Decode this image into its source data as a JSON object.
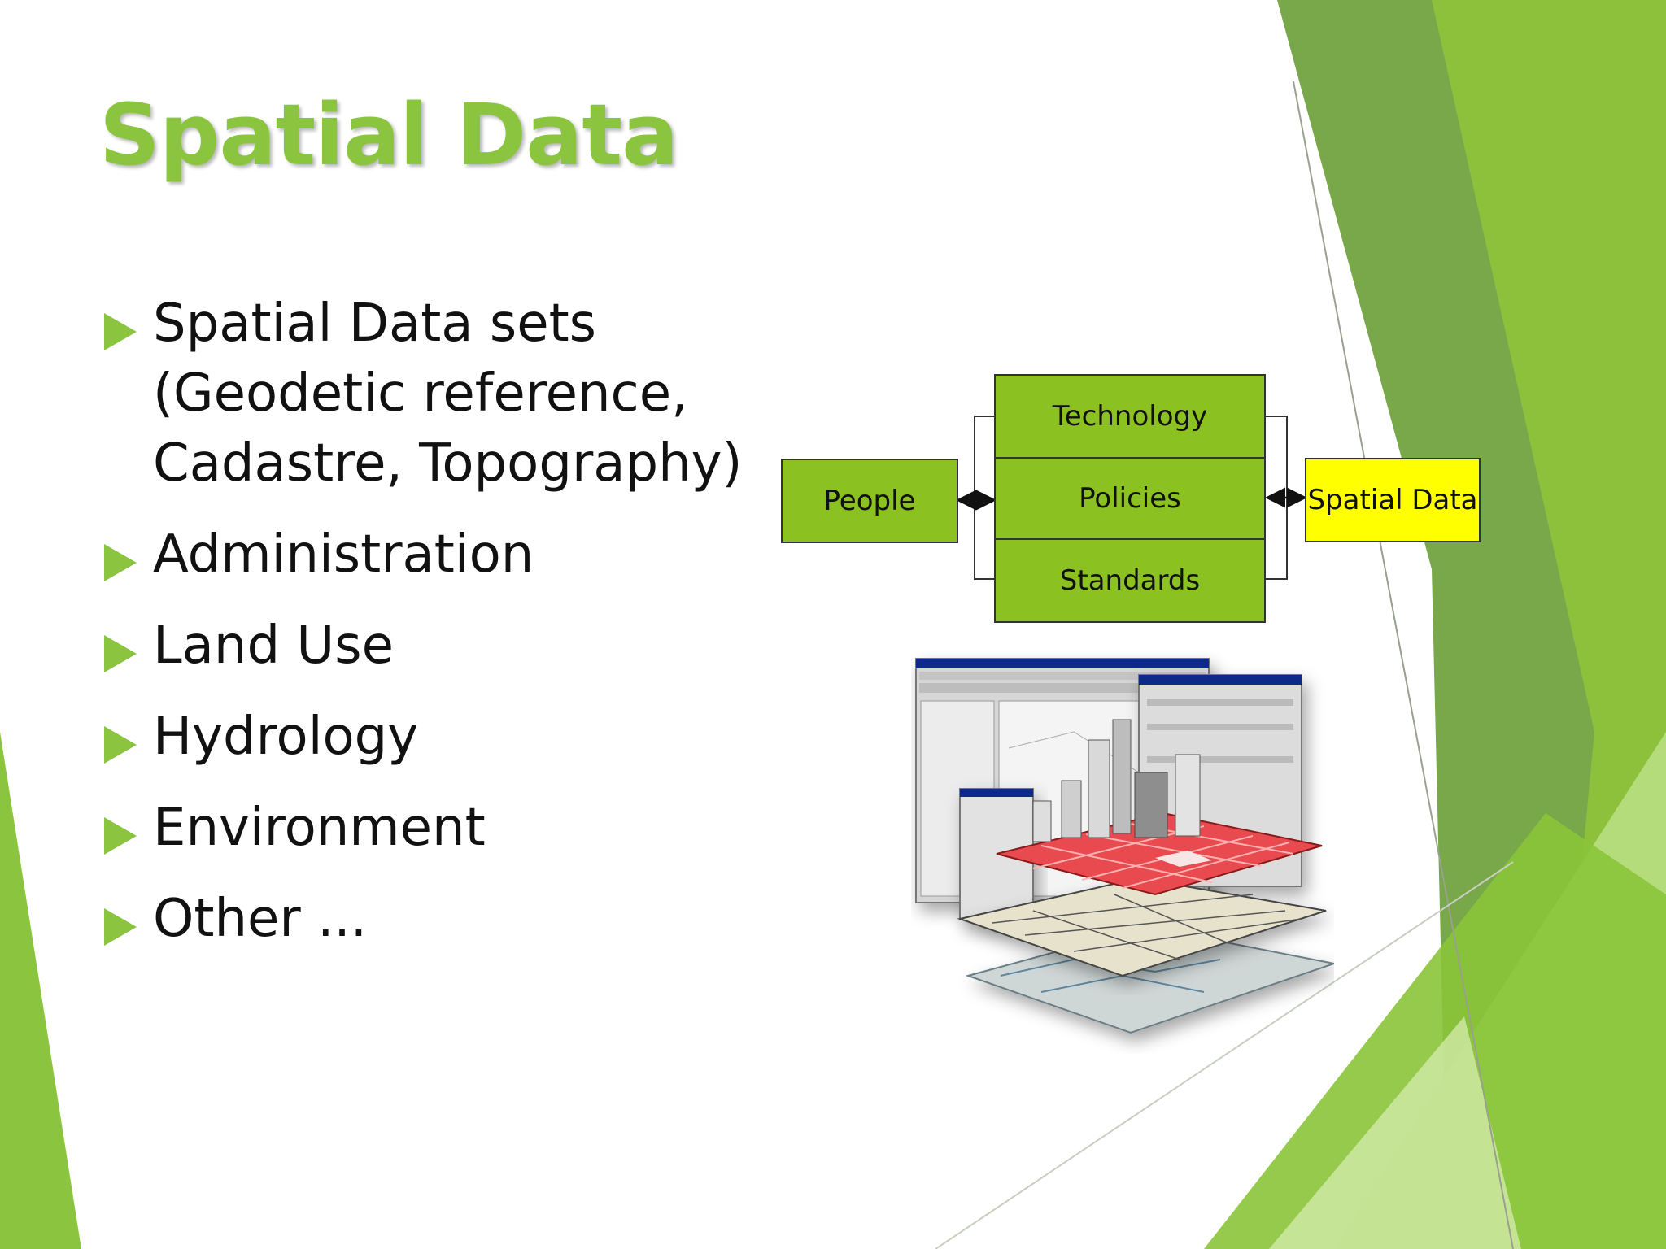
{
  "slide": {
    "title": "Spatial Data",
    "bullets": [
      "Spatial Data sets\n(Geodetic reference,\nCadastre, Topography)",
      "Administration",
      "Land Use",
      "Hydrology",
      "Environment",
      "Other ..."
    ],
    "bullet_icon": "triangle-bullet-icon",
    "accent_color": "#8bc53f"
  },
  "diagram": {
    "people": "People",
    "technology": "Technology",
    "policies": "Policies",
    "standards": "Standards",
    "spatial_data": "Spatial Data",
    "box_color": "#8bc121",
    "highlight_color": "#ffff00"
  }
}
